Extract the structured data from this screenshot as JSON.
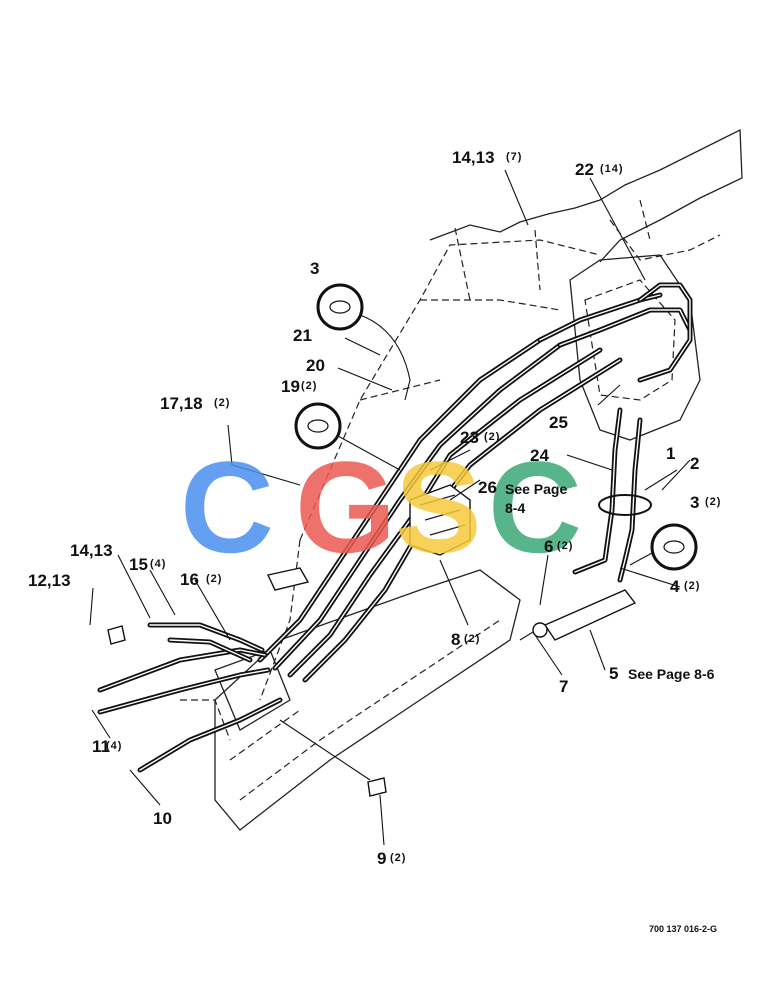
{
  "callouts": {
    "c1": "1",
    "c2": "2",
    "c3": "3",
    "c3b": "3",
    "c3b_qty": "(2)",
    "c4": "4",
    "c4_qty": "(2)",
    "c5": "5",
    "c5_note": "See Page 8-6",
    "c6": "6",
    "c6_qty": "(2)",
    "c7": "7",
    "c8": "8",
    "c8_qty": "(2)",
    "c9": "9",
    "c9_qty": "(2)",
    "c10": "10",
    "c11": "11",
    "c11_qty": "(4)",
    "c12": "12,13",
    "c14a": "14,13",
    "c14a_qty": "(7)",
    "c14b": "14,13",
    "c15": "15",
    "c15_qty": "(4)",
    "c16": "16",
    "c16_qty": "(2)",
    "c17": "17,18",
    "c17_qty": "(2)",
    "c19": "19",
    "c19_qty": "(2)",
    "c20": "20",
    "c21": "21",
    "c22": "22",
    "c22_qty": "(14)",
    "c23": "23",
    "c23_qty": "(2)",
    "c24": "24",
    "c25": "25",
    "c26": "26",
    "c26_note_line1": "See Page",
    "c26_note_line2": "8-4"
  },
  "watermark": {
    "letters": [
      "C",
      "G",
      "S",
      "C"
    ],
    "colors": [
      "#4a8ff0",
      "#ec5a52",
      "#f6c93c",
      "#3aa877"
    ]
  },
  "doc_number": "700 137 016-2-G"
}
